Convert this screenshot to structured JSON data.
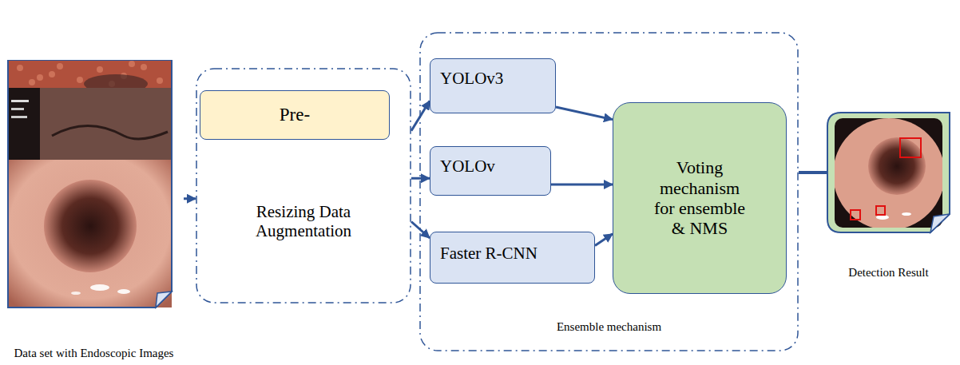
{
  "diagram": {
    "nodes": [
      {
        "text": [
          "Data set with Endoscopic Images"
        ]
      },
      {
        "text": [
          "Resizing Data Augmentation"
        ]
      },
      {
        "text": [
          "Pre-"
        ],
        "in": 1
      },
      {
        "text": [
          "Ensemble mechanism"
        ]
      },
      {
        "text": [
          "YOLOv3"
        ],
        "in": 3
      },
      {
        "text": [
          "YOLOv"
        ],
        "in": 3
      },
      {
        "text": [
          "Faster R-CNN"
        ],
        "in": 3
      },
      {
        "text": [
          "Voting mechanism for ensemble & NMS"
        ],
        "in": 3
      },
      {
        "text": [
          "Detection Result"
        ]
      }
    ],
    "edges": [
      {
        "from": 0,
        "to": 1,
        "arrow": "to"
      },
      {
        "from": 1,
        "to": 4,
        "arrow": "to"
      },
      {
        "from": 1,
        "to": 5,
        "arrow": "to"
      },
      {
        "from": 1,
        "to": 6,
        "arrow": "to"
      },
      {
        "from": 4,
        "to": 7,
        "arrow": "to"
      },
      {
        "from": 5,
        "to": 7,
        "arrow": "to"
      },
      {
        "from": 6,
        "to": 7,
        "arrow": "to"
      },
      {
        "from": 3,
        "to": 8,
        "arrow": "none"
      }
    ]
  }
}
